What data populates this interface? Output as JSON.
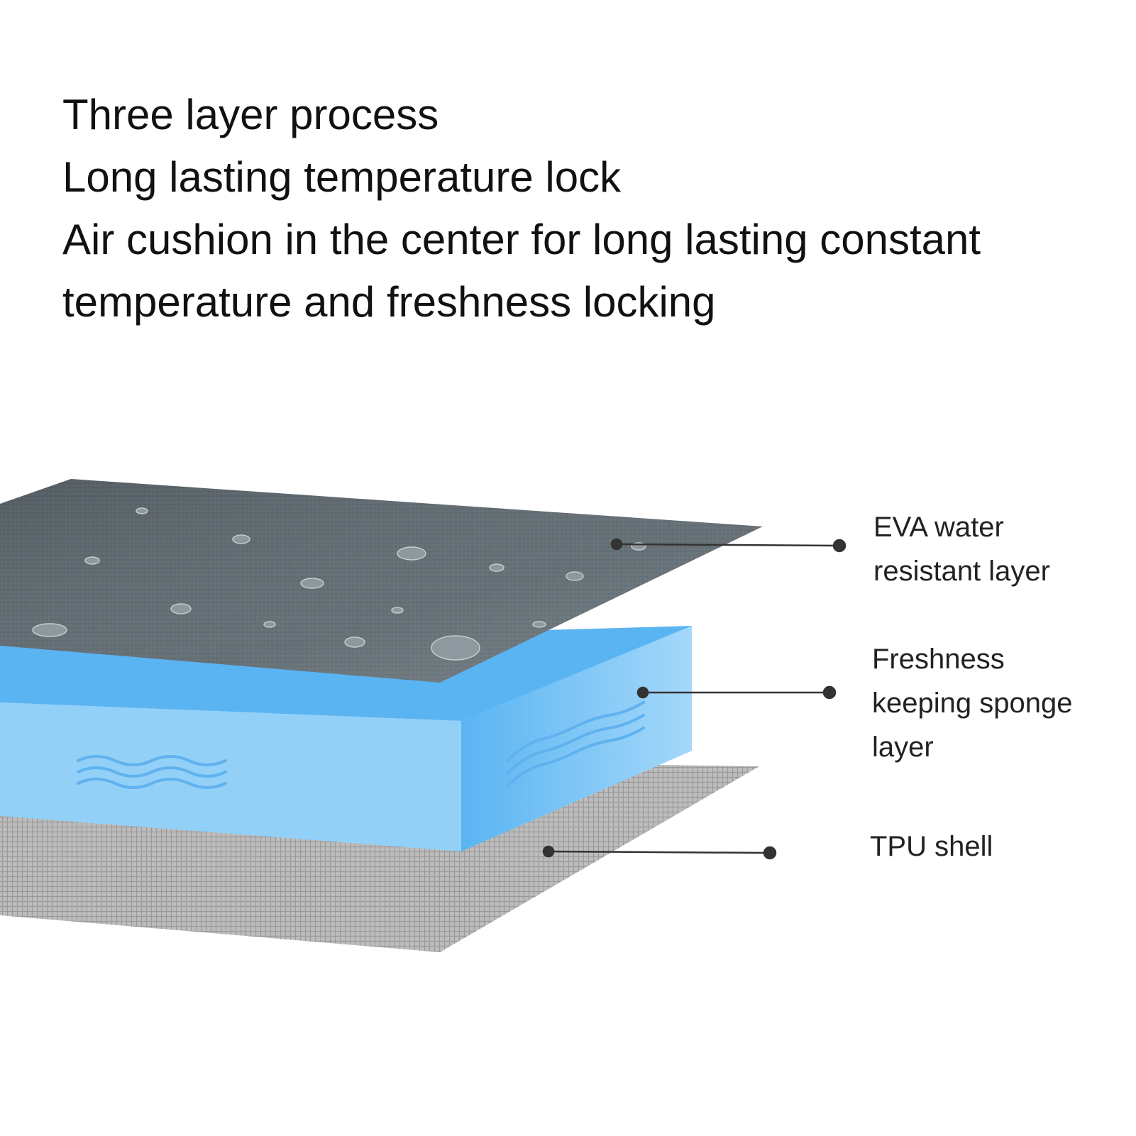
{
  "headline": {
    "lines": [
      "Three layer process",
      "Long lasting temperature lock",
      "Air cushion in the center for long lasting constant",
      "temperature and freshness locking"
    ]
  },
  "layers": [
    {
      "id": "eva",
      "label_lines": [
        "EVA water",
        "resistant layer"
      ],
      "color": "#5b666d"
    },
    {
      "id": "sponge",
      "label_lines": [
        "Freshness",
        "keeping sponge",
        "layer"
      ],
      "color": "#5ab4f2"
    },
    {
      "id": "tpu",
      "label_lines": [
        "TPU shell"
      ],
      "color": "#b7b7b7"
    }
  ],
  "colors": {
    "background": "#ffffff",
    "text": "#111111",
    "leader_line": "#333333",
    "sponge_top": "#5ab4f2",
    "sponge_front": "#93d0f7",
    "sponge_side": "#73c2f5",
    "eva": "#5b666d",
    "tpu": "#b7b7b7"
  }
}
